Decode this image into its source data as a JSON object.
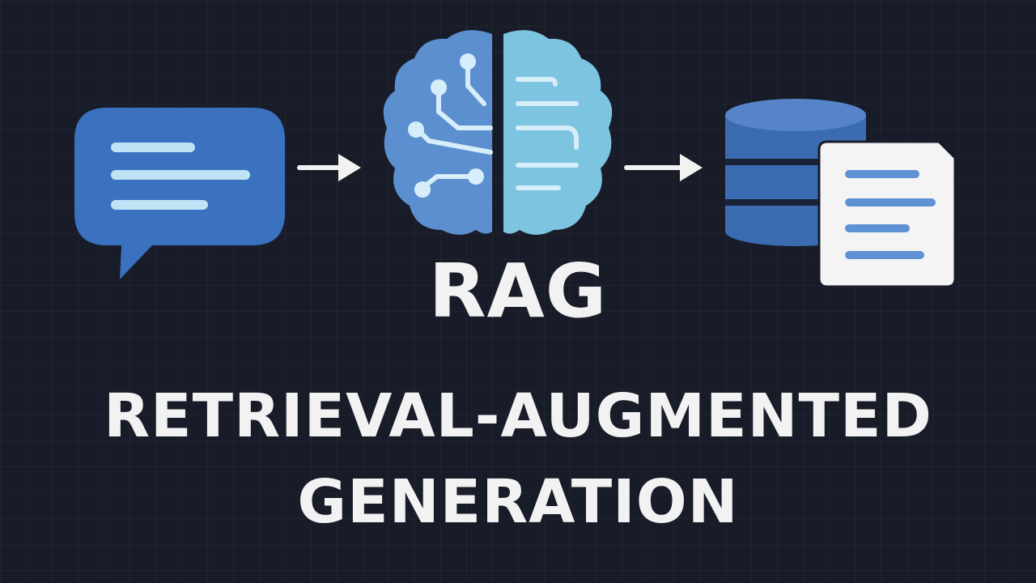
{
  "diagram": {
    "acronym": "RAG",
    "subtitle_line1": "RETRIEVAL-AUGMENTED",
    "subtitle_line2": "GENERATION",
    "nodes": [
      {
        "id": "query",
        "icon": "chat-bubble-icon"
      },
      {
        "id": "model",
        "icon": "brain-circuit-icon"
      },
      {
        "id": "knowledge",
        "icon": "database-document-icon"
      }
    ],
    "edges": [
      {
        "from": "query",
        "to": "model",
        "icon": "arrow-right-icon"
      },
      {
        "from": "model",
        "to": "knowledge",
        "icon": "arrow-right-icon"
      }
    ]
  },
  "colors": {
    "background": "#181c28",
    "bubble": "#3a72c0",
    "brain_left": "#5b8fd0",
    "brain_right": "#7cc4e0",
    "database": "#3b6bb0",
    "document": "#f4f4f4",
    "text": "#f2f2f2"
  }
}
